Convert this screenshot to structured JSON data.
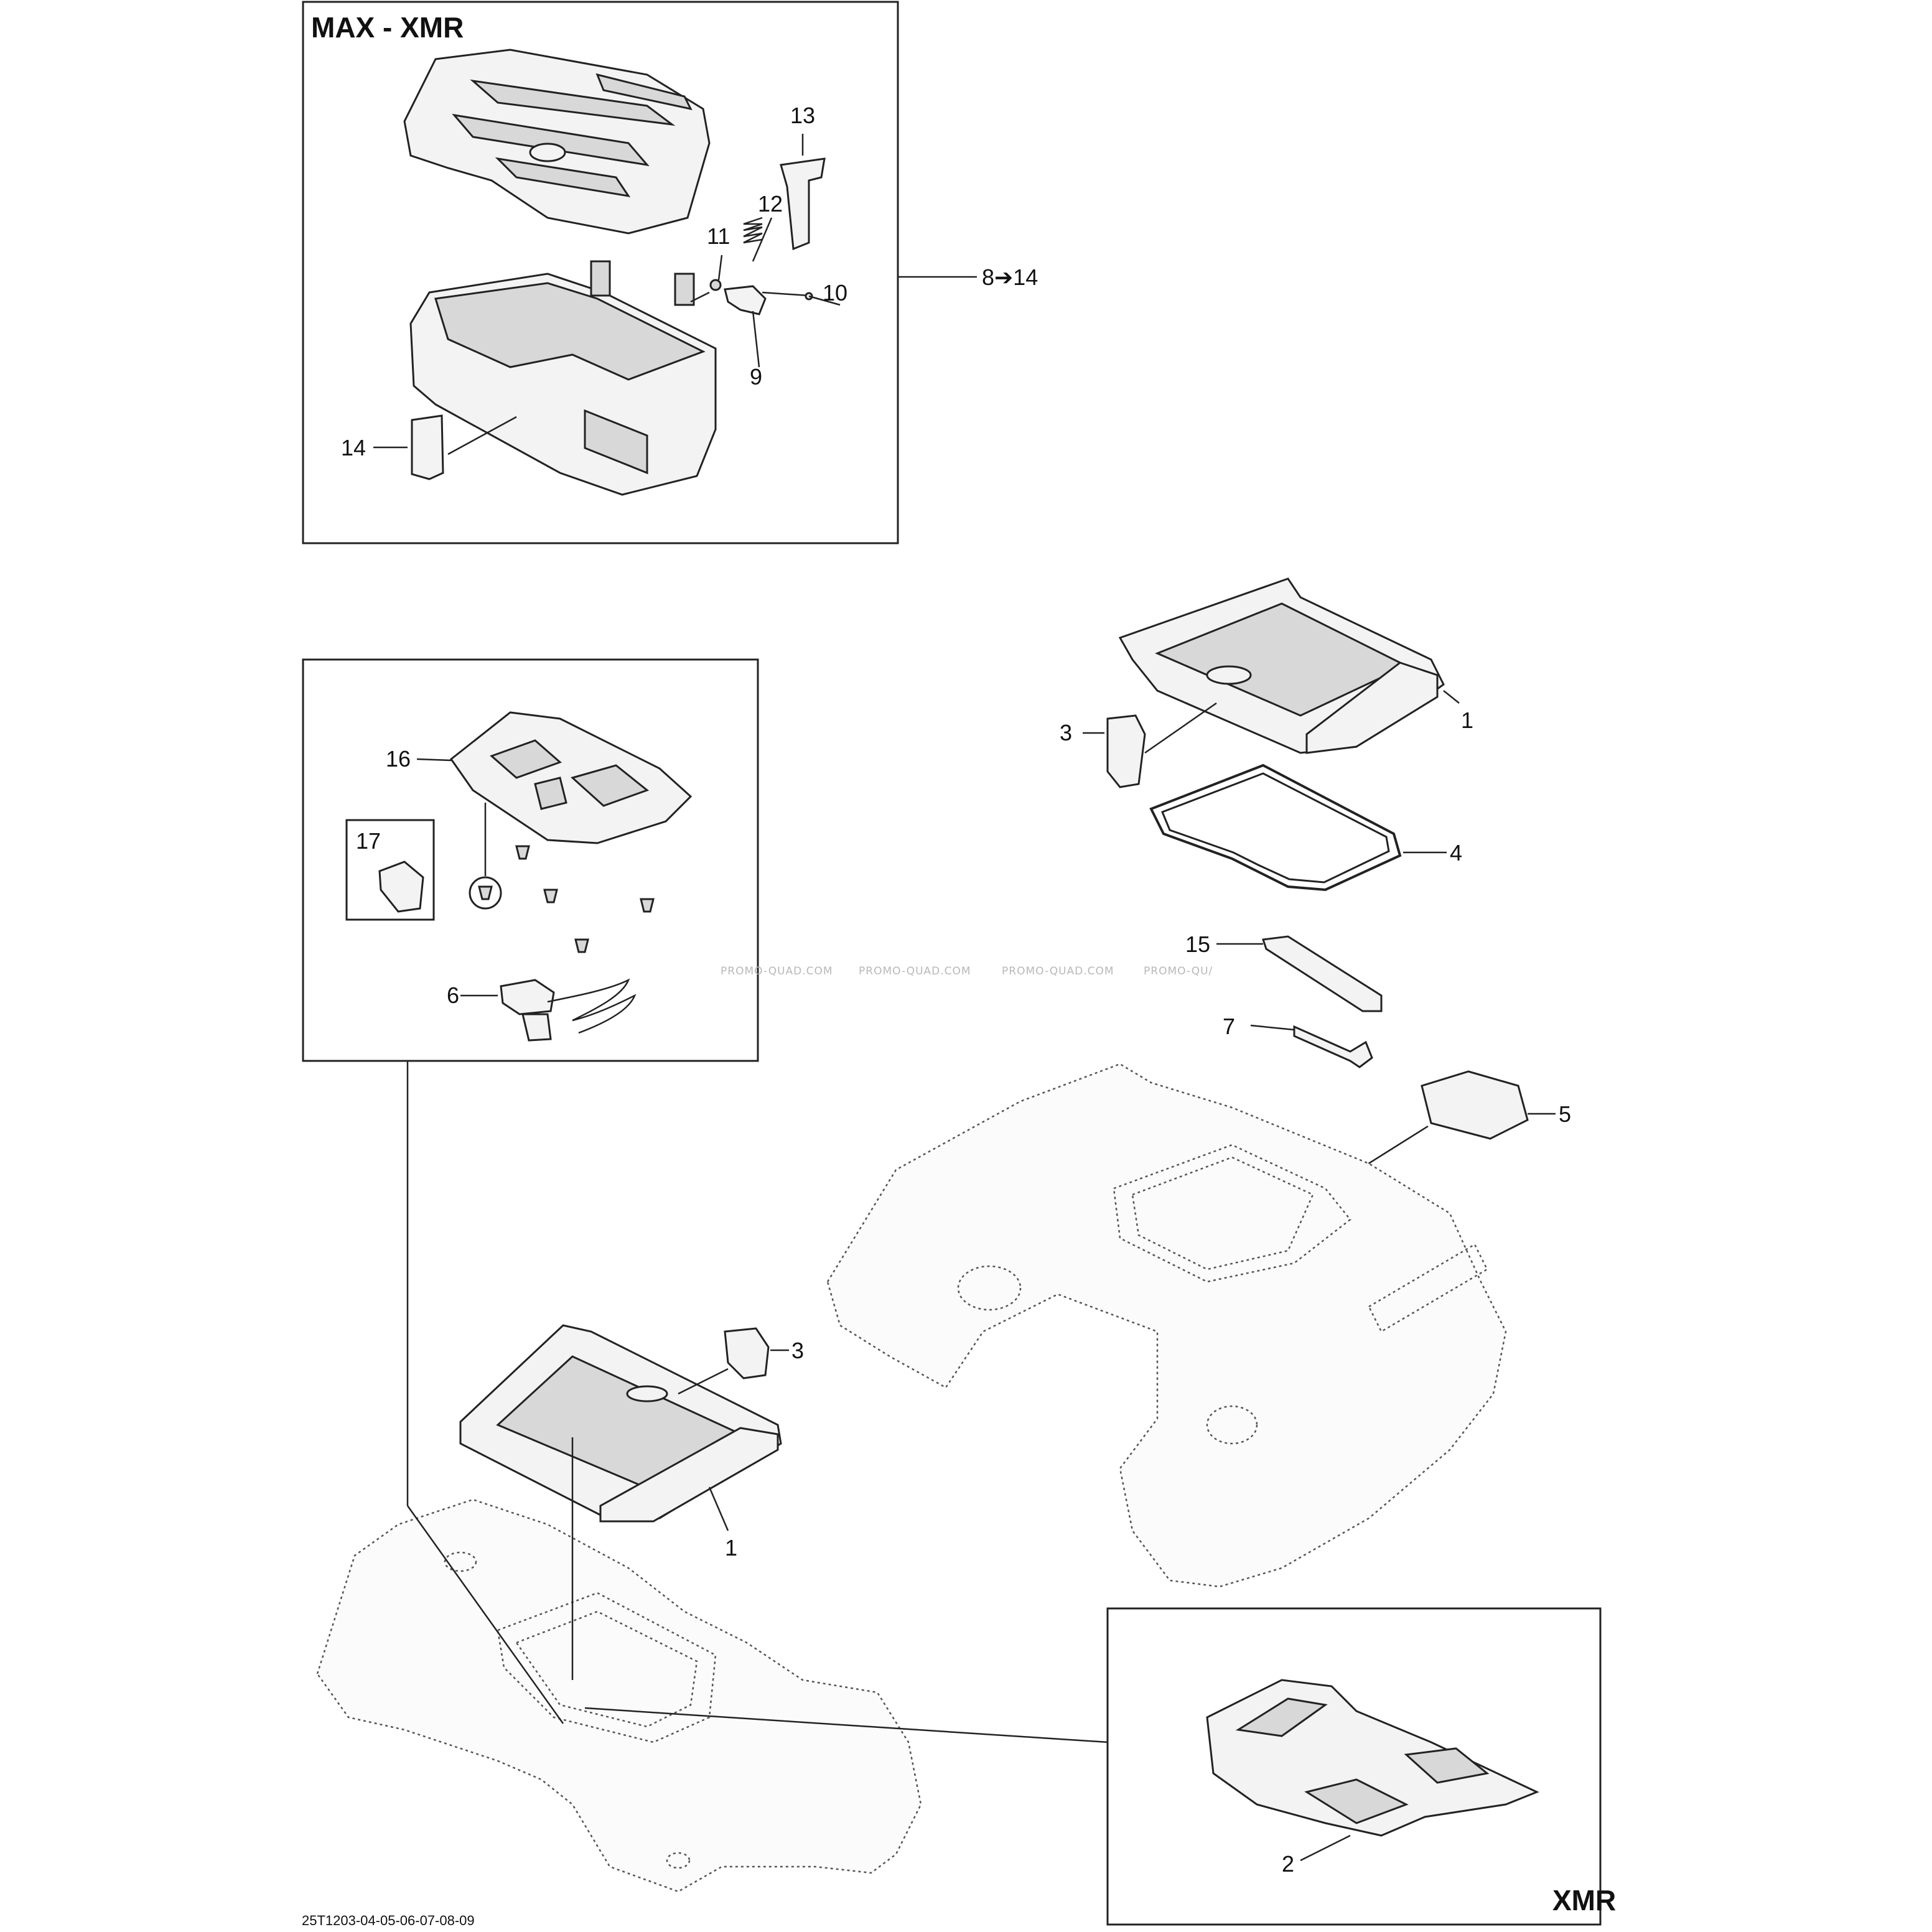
{
  "panels": {
    "max_xmr_title": "MAX - XMR",
    "xmr_title": "XMR"
  },
  "callouts": {
    "c1_top": "1",
    "c1_bottom": "1",
    "c2": "2",
    "c3_top": "3",
    "c3_bottom": "3",
    "c4": "4",
    "c5": "5",
    "c6": "6",
    "c7": "7",
    "c8_14": "8➔14",
    "c9": "9",
    "c10": "10",
    "c11": "11",
    "c12": "12",
    "c13": "13",
    "c14": "14",
    "c15": "15",
    "c16": "16",
    "c17": "17"
  },
  "watermarks": [
    "PROMO-QUAD.COM",
    "PROMO-QUAD.COM",
    "PROMO-QUAD.COM",
    "PROMO-QU/"
  ],
  "footer": {
    "diagram_code": "25T1203-04-05-06-07-08-09"
  }
}
